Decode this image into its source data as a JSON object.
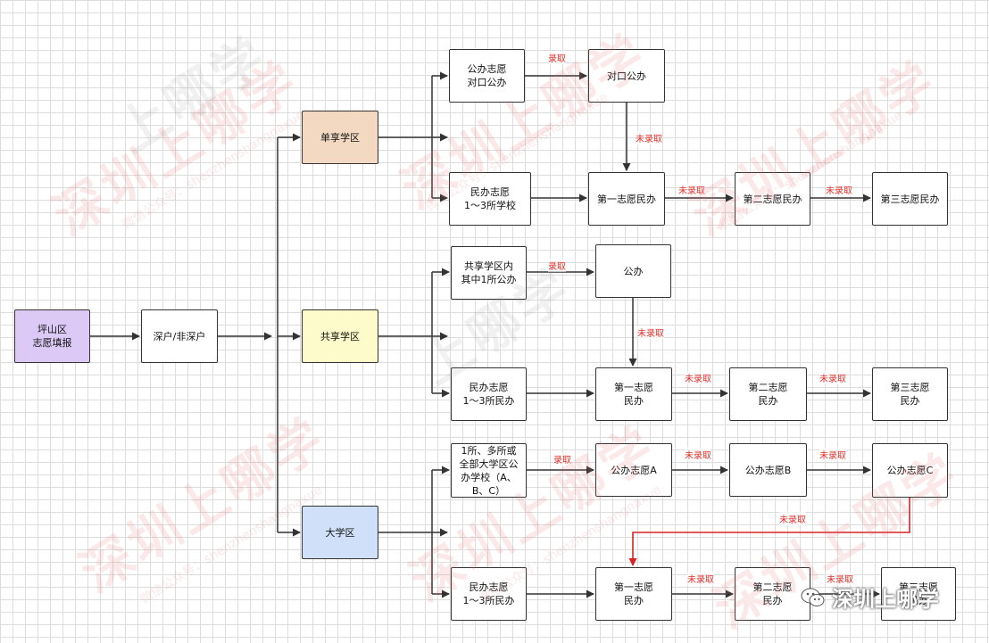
{
  "nodes": {
    "pingshan": "坪山区\n志愿填报",
    "hukou": "深户/非深户",
    "danxiang": "单享学区",
    "gongxiang": "共享学区",
    "daxuequ": "大学区",
    "a1": "公办志愿\n对口公办",
    "a2": "对口公办",
    "a3": "民办志愿\n1～3所学校",
    "a4": "第一志愿民办",
    "a5": "第二志愿民办",
    "a6": "第三志愿民办",
    "b1": "共享学区内\n其中1所公办",
    "b2": "公办",
    "b3": "民办志愿\n1～3所民办",
    "b4": "第一志愿\n民办",
    "b5": "第二志愿\n民办",
    "b6": "第三志愿\n民办",
    "c1": "1所、多所或\n全部大学区公\n办学校（A、\nB、C）",
    "c2": "公办志愿A",
    "c3": "公办志愿B",
    "c4": "公办志愿C",
    "c5": "民办志愿\n1～3所民办",
    "c6": "第一志愿\n民办",
    "c7": "第二志愿\n民办",
    "c8": "第三志愿\n民办"
  },
  "edge_labels": {
    "admitted": "录取",
    "not_admitted": "未录取"
  },
  "watermarks": {
    "main": "深圳上哪学",
    "faded": "上哪学",
    "small": "微信公众号：shenzhenshangnaxue"
  },
  "brand": {
    "text": "深圳上哪学",
    "icon": "wechat-icon"
  },
  "colors": {
    "edge": "#333333",
    "highlight_edge": "#d92323",
    "label": "#e0302a"
  }
}
